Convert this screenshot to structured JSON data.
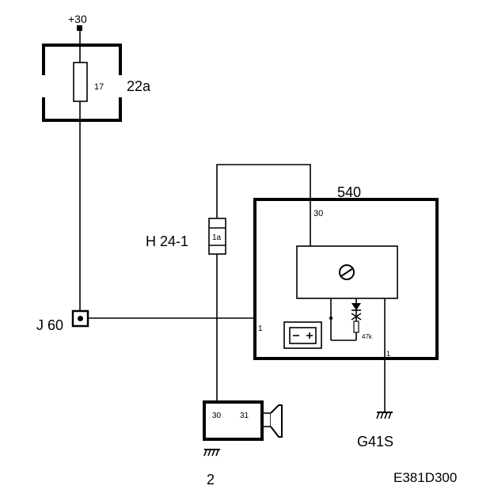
{
  "diagram": {
    "supply_label": "+30",
    "fuse_box": {
      "id": "22a",
      "fuse_number": "17"
    },
    "connector_j": {
      "id": "J 60"
    },
    "connector_h": {
      "id": "H 24-1",
      "pin": "1a"
    },
    "unit": {
      "id": "540",
      "pin_top": "30",
      "pin_left": "1",
      "pin_right": "1",
      "resistor_value": "47k"
    },
    "horn": {
      "id": "2",
      "pin_a": "30",
      "pin_b": "31"
    },
    "ground": {
      "id": "G41S"
    },
    "figure_code": "E381D300"
  }
}
